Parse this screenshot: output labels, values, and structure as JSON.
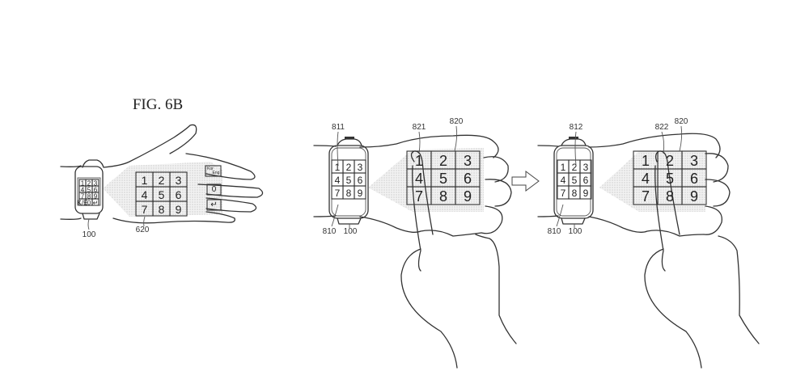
{
  "figure": {
    "title": "FIG. 6B"
  },
  "panel_left": {
    "watch_keys": [
      "1",
      "2",
      "3",
      "4",
      "5",
      "6",
      "7",
      "8",
      "9",
      "K/E",
      "0",
      "↵"
    ],
    "projected_keys": [
      "1",
      "2",
      "3",
      "4",
      "5",
      "6",
      "7",
      "8",
      "9"
    ],
    "finger_keys": [
      "Kor/Eng",
      "0",
      "↵"
    ],
    "finger_key_kor": "Kor",
    "finger_key_eng": "Eng",
    "ref_watch": "100",
    "ref_keypad": "620"
  },
  "panel_middle": {
    "watch_keys": [
      "1",
      "2",
      "3",
      "4",
      "5",
      "6",
      "7",
      "8",
      "9"
    ],
    "highlighted_key": "1",
    "projected_keys": [
      "1",
      "2",
      "3",
      "4",
      "5",
      "6",
      "7",
      "8",
      "9"
    ],
    "ref_highlight": "811",
    "ref_touch": "821",
    "ref_keypad": "820",
    "ref_watch_screen": "810",
    "ref_watch": "100"
  },
  "panel_right": {
    "watch_keys": [
      "1",
      "2",
      "3",
      "4",
      "5",
      "6",
      "7",
      "8",
      "9"
    ],
    "highlighted_key": "2",
    "projected_keys": [
      "1",
      "2",
      "3",
      "4",
      "5",
      "6",
      "7",
      "8",
      "9"
    ],
    "ref_highlight": "812",
    "ref_touch": "822",
    "ref_keypad": "820",
    "ref_watch_screen": "810",
    "ref_watch": "100"
  },
  "transition_arrow": "right-arrow-icon"
}
